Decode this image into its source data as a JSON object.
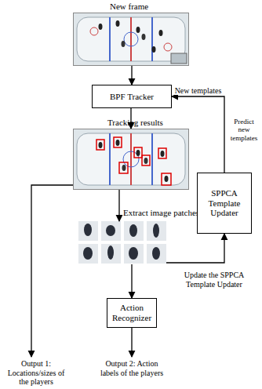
{
  "diagram": {
    "nodes": [
      {
        "text": [
          "New frame"
        ]
      },
      {
        "text": [
          "BPF Tracker"
        ]
      },
      {
        "text": [
          "Tracking results"
        ]
      },
      {
        "text": [
          "Extract image patches"
        ]
      },
      {
        "text": [
          "SPPCA Template Updater"
        ]
      },
      {
        "text": [
          "Action Recognizer"
        ]
      }
    ],
    "edges": [
      {
        "from": 0,
        "to": 1,
        "arrow": "to"
      },
      {
        "from": 1,
        "to": 2,
        "arrow": "to"
      },
      {
        "from": 2,
        "to": 3,
        "arrow": "to"
      },
      {
        "from": 3,
        "to": 5,
        "arrow": "to"
      },
      {
        "from": 3,
        "to": 4,
        "arrow": "to"
      },
      {
        "from": 4,
        "to": 1,
        "label": "New templates",
        "arrow": "to"
      }
    ],
    "labels": [
      "Predict new templates",
      "Update the SPPCA Template Updater",
      "Output 1: Locations/sizes of the players",
      "Output 2: Action labels of the players"
    ]
  }
}
